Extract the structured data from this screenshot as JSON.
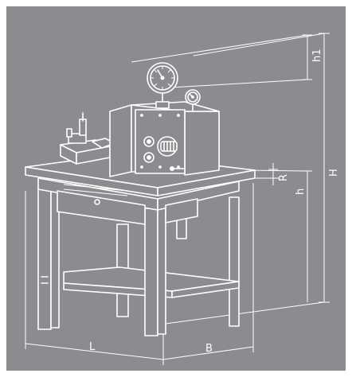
{
  "diagram": {
    "labels": {
      "h1": "h1",
      "H": "H",
      "h": "h",
      "R": "R",
      "L": "L",
      "B": "B"
    },
    "colors": {
      "background": "#8a8c8f",
      "line": "#ffffff"
    }
  }
}
